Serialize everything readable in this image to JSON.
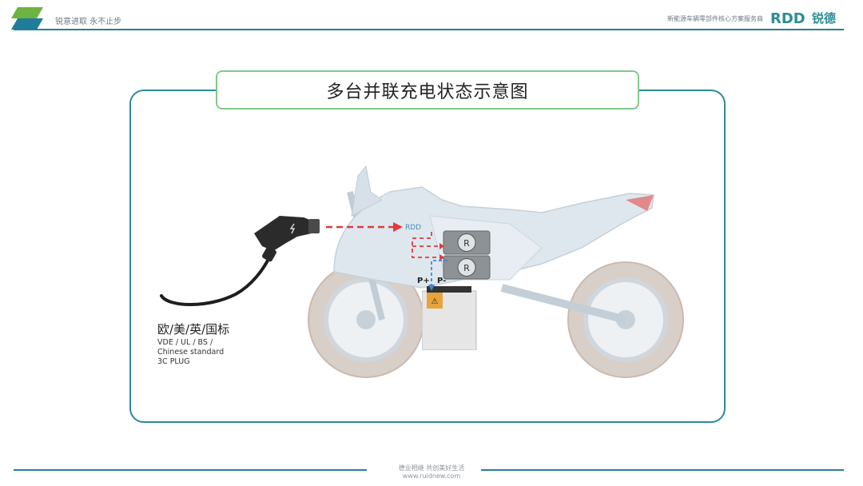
{
  "header": {
    "slogan": "锐意进取 永不止步",
    "tagline": "新能源车辆零部件核心方案服务商",
    "brand_latin": "RDD",
    "brand_cn": "锐德"
  },
  "diagram": {
    "title": "多台并联充电状态示意图",
    "plug_title": "欧/美/英/国标",
    "plug_standards": [
      "VDE / UL / BS /",
      "Chinese standard",
      "3C PLUG"
    ],
    "terminal_plus": "P+",
    "terminal_minus": "P-",
    "inlet_label": "RDD",
    "charger_mark": "R"
  },
  "footer": {
    "slogan": "德业相继  共创美好生活",
    "url": "www.ruidnew.com"
  },
  "colors": {
    "teal": "#2a7d93",
    "green_border": "#7fc98a",
    "ac_arrow": "#e03a3a",
    "dc_arrow": "#3a8ad8"
  }
}
